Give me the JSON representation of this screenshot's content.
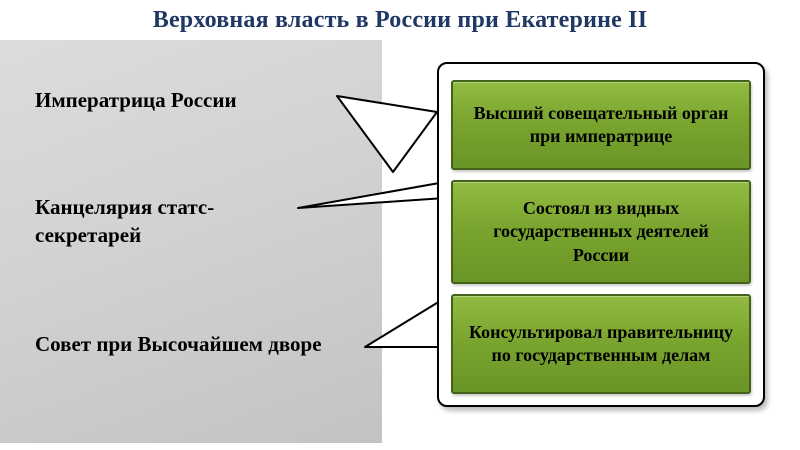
{
  "title": "Верховная власть в России при Екатерине II",
  "left_panel": {
    "items": [
      {
        "label": "Императрица России"
      },
      {
        "label": "Канцелярия статс-секретарей"
      },
      {
        "label": "Совет при Высочайшем дворе"
      }
    ]
  },
  "right_panel": {
    "boxes": [
      {
        "text": "Высший совещательный орган при императрице"
      },
      {
        "text": "Состоял из видных государственных деятелей России"
      },
      {
        "text": "Консультировал правительницу по государственным делам"
      }
    ]
  },
  "colors": {
    "title_color": "#1f3864",
    "panel_gray": "#d2d2d2",
    "box_green": "#7aa52f",
    "box_border": "#44611a"
  }
}
